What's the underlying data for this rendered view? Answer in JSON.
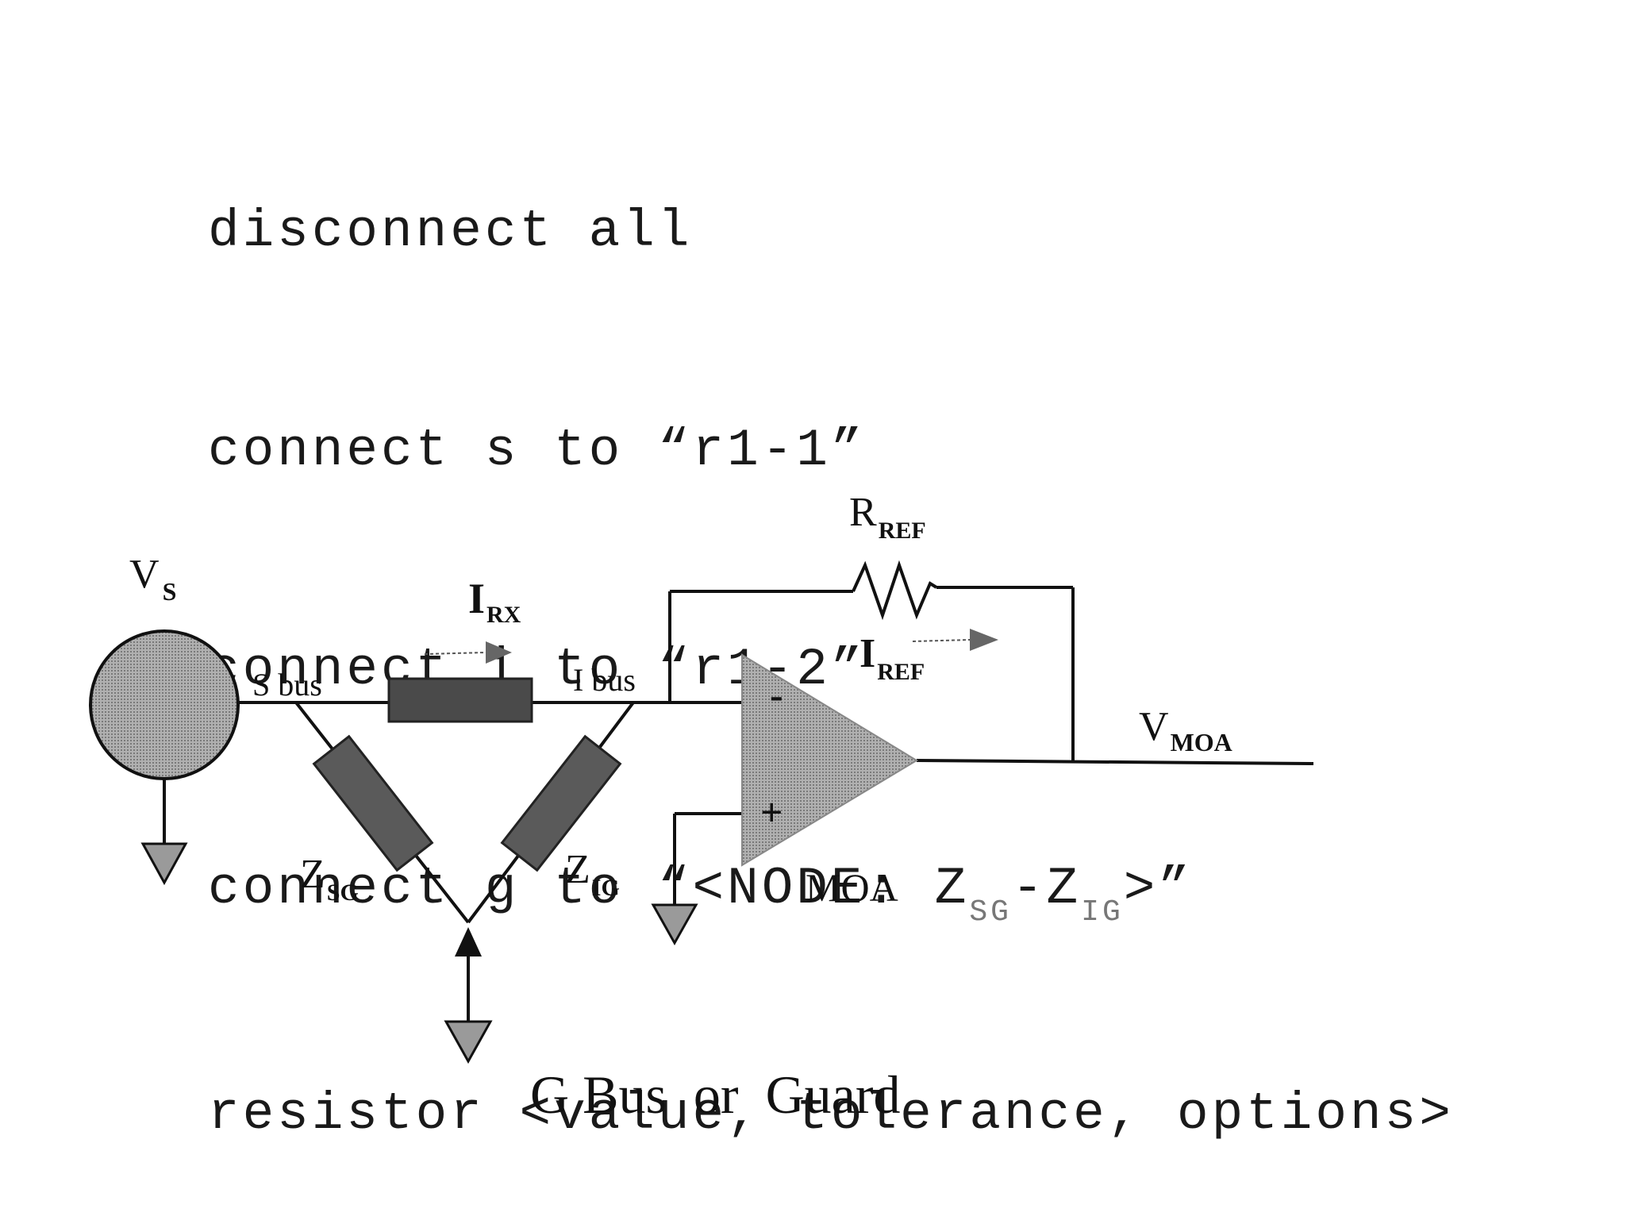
{
  "code": {
    "line1": "disconnect all",
    "line2": "connect s to “r1-1”",
    "line3": "connect i to “r1-2”",
    "line4_prefix": "connect g to “<NODE: Z",
    "line4_sub1": "SG",
    "line4_mid": "-Z",
    "line4_sub2": "IG",
    "line4_suffix": ">”",
    "line5": "resistor <value, tolerance, options>"
  },
  "diagram": {
    "vs_main": "V",
    "vs_sub": "S",
    "s_bus": "S bus",
    "i_bus": "I bus",
    "irx_main": "I",
    "irx_sub": "RX",
    "rref_main": "R",
    "rref_sub": "REF",
    "iref_main": "I",
    "iref_sub": "REF",
    "minus": "-",
    "plus": "+",
    "vmoa_main": "V",
    "vmoa_sub": "MOA",
    "zsg_main": "Z",
    "zsg_sub": "SG",
    "zig_main": "Z",
    "zig_sub": "IG",
    "moa": "MOA",
    "guard": "G Bus  or  Guard"
  },
  "colors": {
    "source_fill": "#8c8c8c",
    "dark_resistor": "#4a4a4a",
    "opamp_fill": "#a8a8a8",
    "ground_fill": "#9a9a9a",
    "wire": "#111111"
  }
}
